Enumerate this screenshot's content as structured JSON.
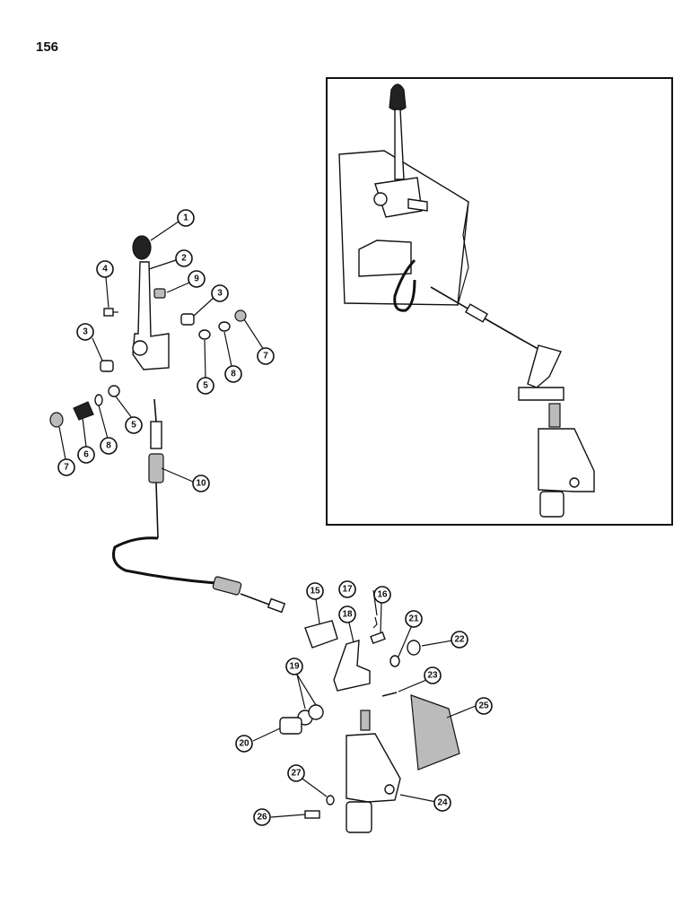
{
  "page": {
    "number": "156"
  },
  "callouts": [
    {
      "id": "c1",
      "label": "1"
    },
    {
      "id": "c2",
      "label": "2"
    },
    {
      "id": "c3a",
      "label": "3"
    },
    {
      "id": "c3b",
      "label": "3"
    },
    {
      "id": "c4",
      "label": "4"
    },
    {
      "id": "c5a",
      "label": "5"
    },
    {
      "id": "c5b",
      "label": "5"
    },
    {
      "id": "c6",
      "label": "6"
    },
    {
      "id": "c7a",
      "label": "7"
    },
    {
      "id": "c7b",
      "label": "7"
    },
    {
      "id": "c8a",
      "label": "8"
    },
    {
      "id": "c8b",
      "label": "8"
    },
    {
      "id": "c9",
      "label": "9"
    },
    {
      "id": "c10",
      "label": "10"
    },
    {
      "id": "c15",
      "label": "15"
    },
    {
      "id": "c16",
      "label": "16"
    },
    {
      "id": "c17",
      "label": "17"
    },
    {
      "id": "c18",
      "label": "18"
    },
    {
      "id": "c19",
      "label": "19"
    },
    {
      "id": "c20",
      "label": "20"
    },
    {
      "id": "c21",
      "label": "21"
    },
    {
      "id": "c22",
      "label": "22"
    },
    {
      "id": "c23",
      "label": "23"
    },
    {
      "id": "c24",
      "label": "24"
    },
    {
      "id": "c25",
      "label": "25"
    },
    {
      "id": "c26",
      "label": "26"
    },
    {
      "id": "c27",
      "label": "27"
    }
  ]
}
